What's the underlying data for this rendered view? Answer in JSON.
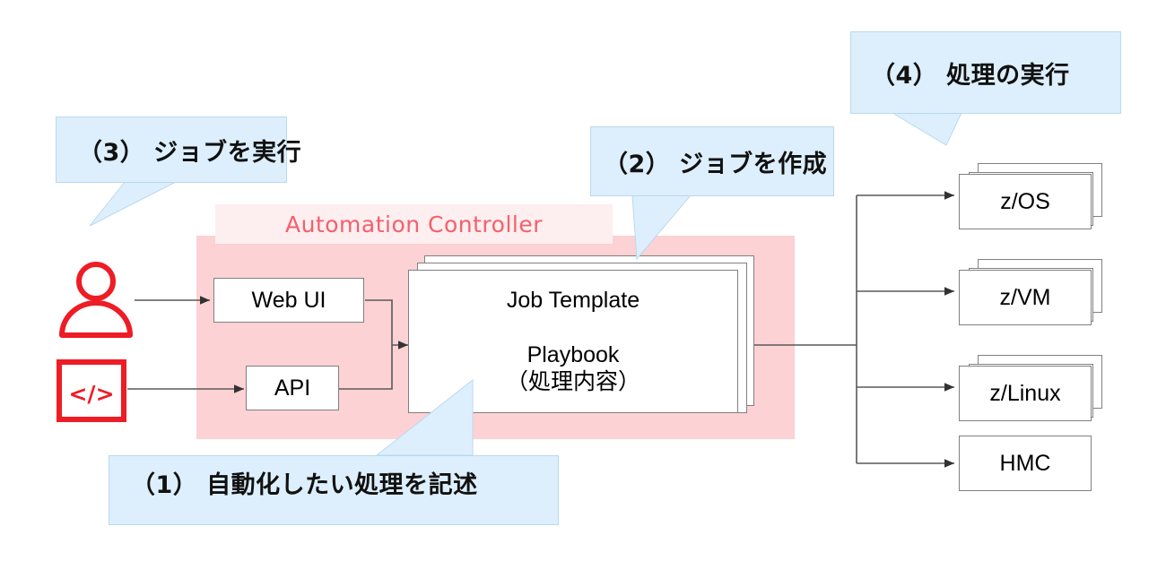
{
  "diagram": {
    "title_banner": "Automation Controller",
    "colors": {
      "accent_red": "#f4606a",
      "icon_red": "#ee1c25",
      "region_pink": "#fcd2d4",
      "banner_pink": "#fdeef0",
      "callout_blue": "#ddeffc",
      "callout_border": "#b9d9ef",
      "box_border": "#808080",
      "connector": "#595959"
    }
  },
  "actors": [
    {
      "name": "user-icon",
      "label": ""
    },
    {
      "name": "code-icon",
      "label": "</>"
    }
  ],
  "controller": {
    "banner_label": "Automation Controller",
    "interfaces": [
      {
        "id": "web-ui",
        "label": "Web UI"
      },
      {
        "id": "api",
        "label": "API"
      }
    ],
    "job_template": {
      "title": "Job Template",
      "subtitle_line1": "Playbook",
      "subtitle_line2": "（処理内容）",
      "stack_count": 3
    }
  },
  "targets": [
    {
      "id": "z-os",
      "label": "z/OS",
      "stacked": true
    },
    {
      "id": "z-vm",
      "label": "z/VM",
      "stacked": true
    },
    {
      "id": "z-linux",
      "label": "z/Linux",
      "stacked": true
    },
    {
      "id": "hmc",
      "label": "HMC",
      "stacked": false
    }
  ],
  "callouts": [
    {
      "id": "callout-1",
      "text": "（1） 自動化したい処理を記述"
    },
    {
      "id": "callout-2",
      "text": "（2） ジョブを作成"
    },
    {
      "id": "callout-3",
      "text": "（3） ジョブを実行"
    },
    {
      "id": "callout-4",
      "text": "（4） 処理の実行"
    }
  ]
}
